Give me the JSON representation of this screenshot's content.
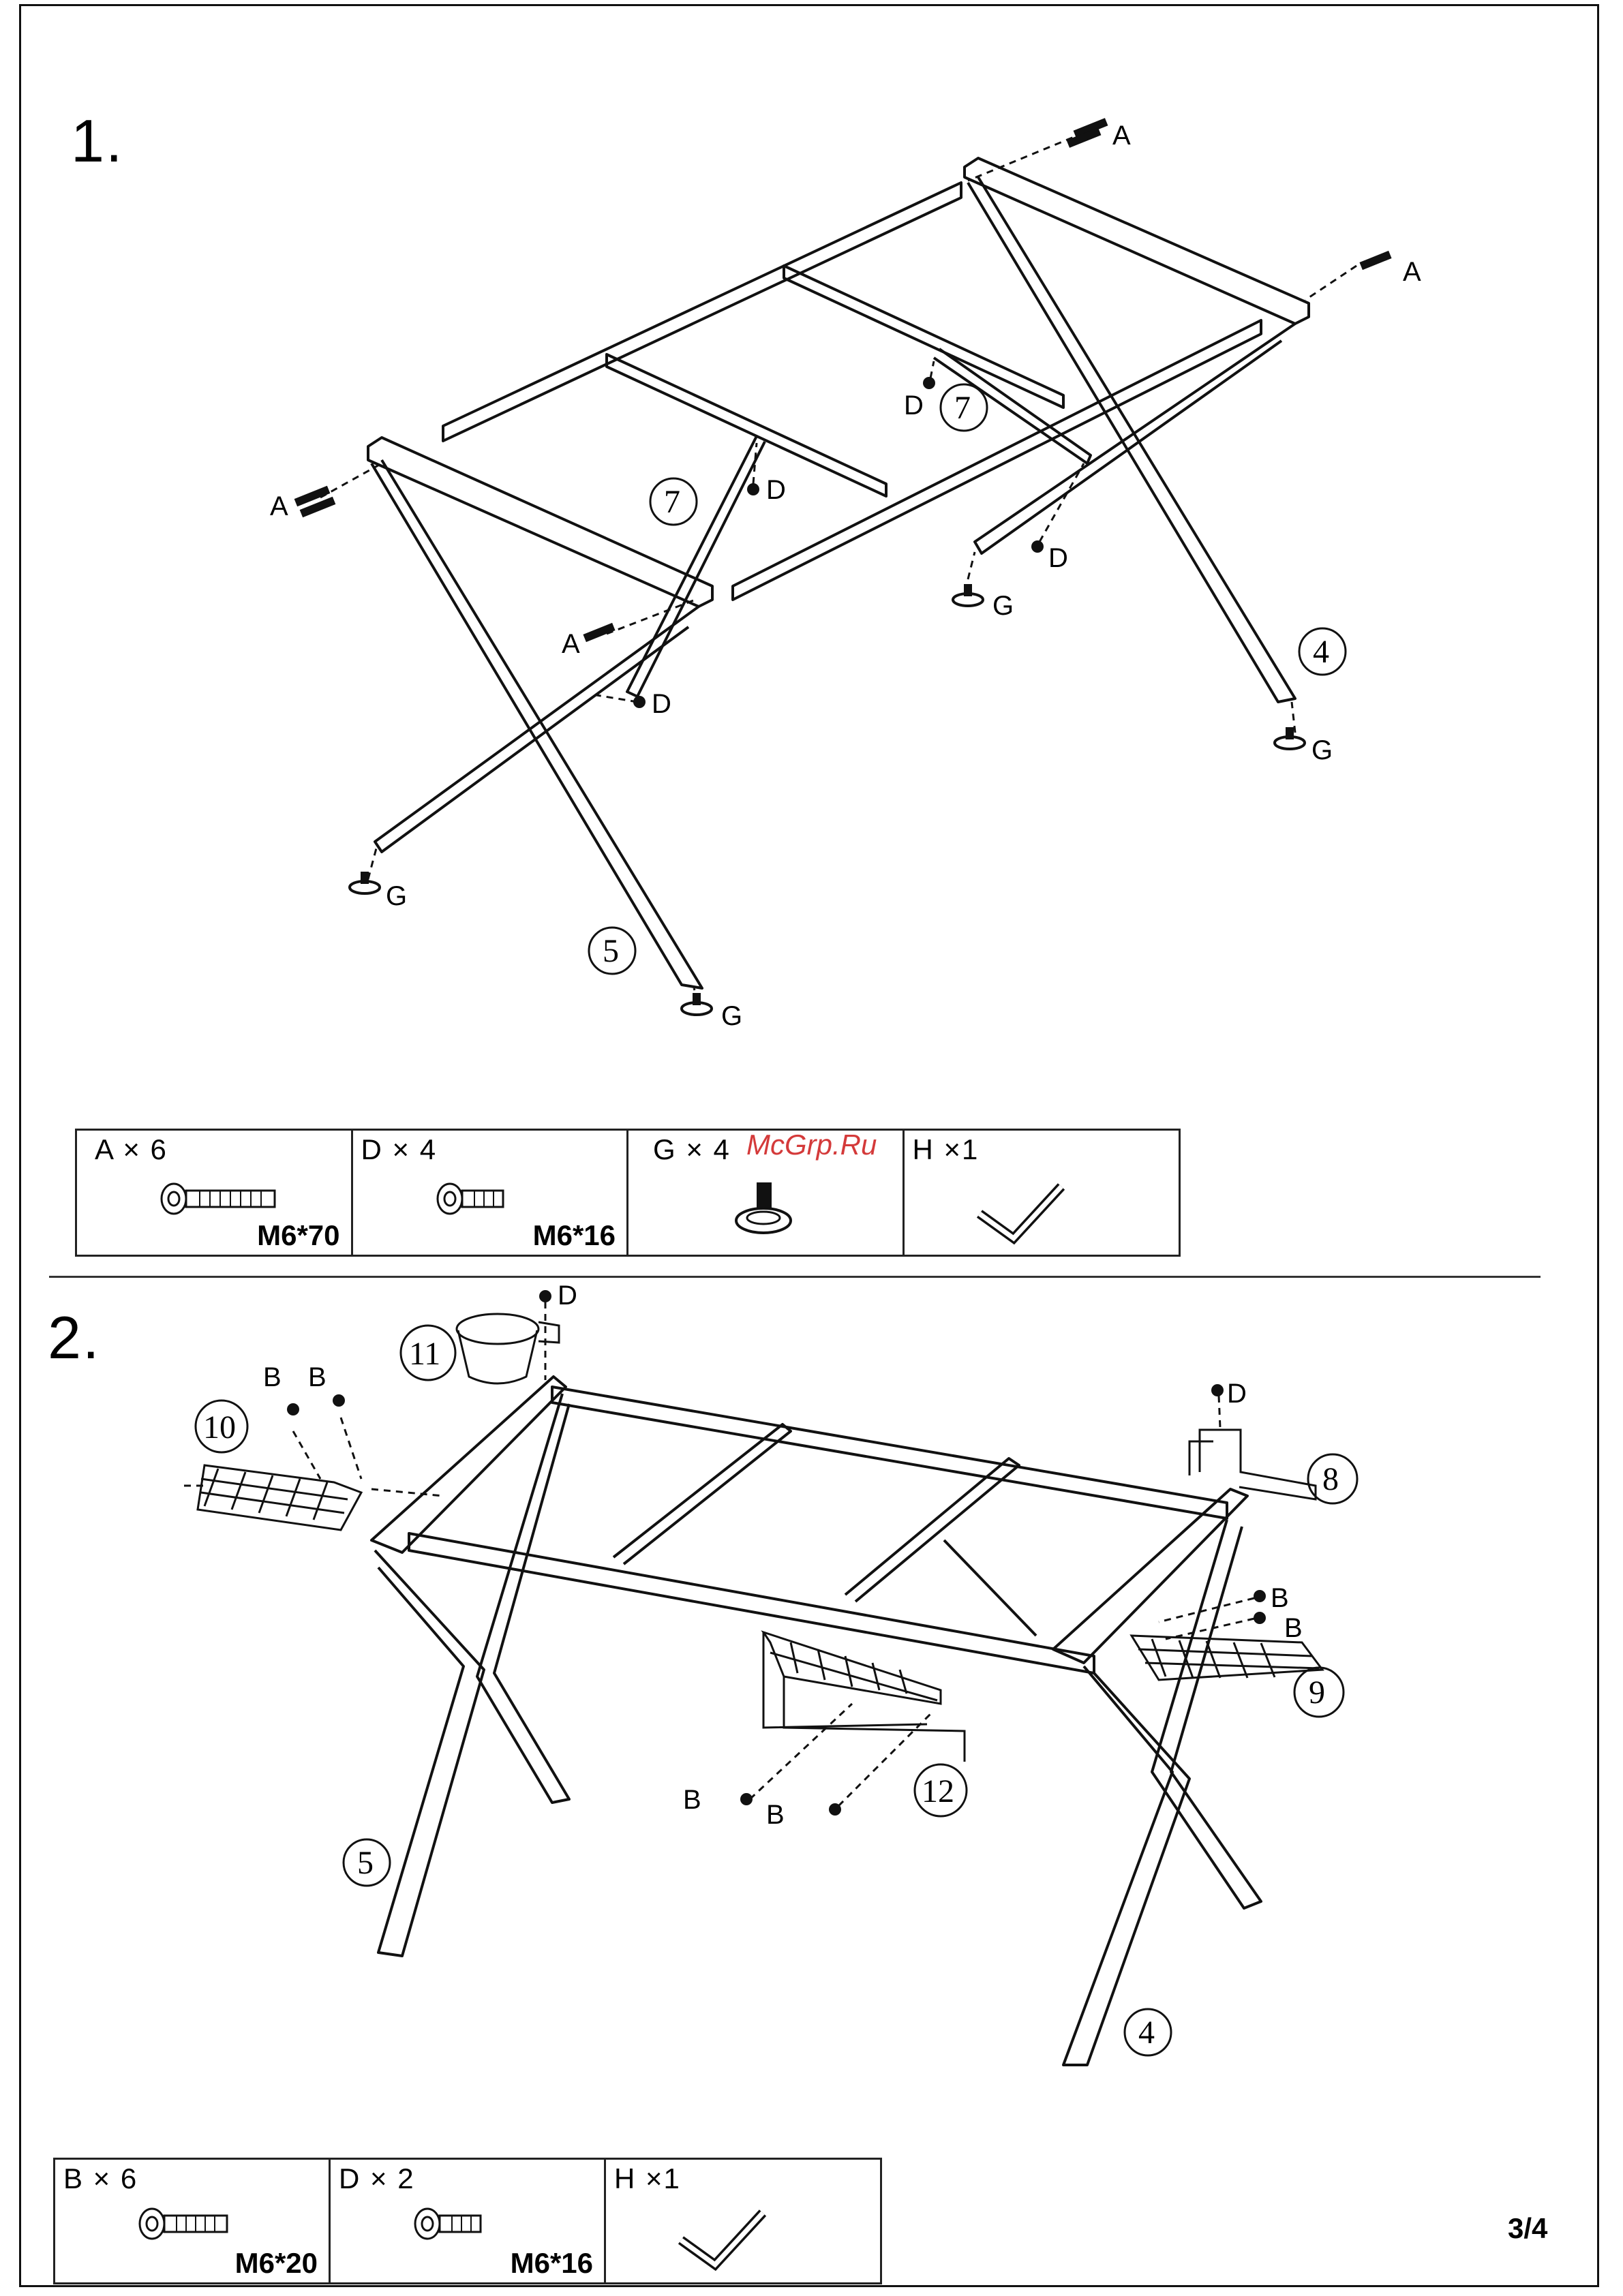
{
  "step1": {
    "number": "1.",
    "labels": {
      "A": "A",
      "D": "D",
      "G": "G"
    },
    "parts": {
      "leg_4": "4",
      "leg_5": "5",
      "brace_7": "7"
    },
    "hardware": [
      {
        "qty": "A × 6",
        "spec": "M6*70",
        "icon": "long-bolt-icon"
      },
      {
        "qty": "D × 4",
        "spec": "M6*16",
        "icon": "short-bolt-icon"
      },
      {
        "qty": "G × 4",
        "spec": "",
        "icon": "leveling-foot-icon"
      },
      {
        "qty": "H ×1",
        "spec": "",
        "icon": "allen-key-icon"
      }
    ]
  },
  "step2": {
    "number": "2.",
    "labels": {
      "B": "B",
      "D": "D"
    },
    "parts": {
      "leg_4": "4",
      "leg_5": "5",
      "basket_8": "8",
      "basket_9": "9",
      "basket_10": "10",
      "cup_holder_11": "11",
      "shelf_12": "12"
    },
    "hardware": [
      {
        "qty": "B × 6",
        "spec": "M6*20",
        "icon": "medium-bolt-icon"
      },
      {
        "qty": "D × 2",
        "spec": "M6*16",
        "icon": "short-bolt-icon"
      },
      {
        "qty": "H ×1",
        "spec": "",
        "icon": "allen-key-icon"
      }
    ]
  },
  "watermark": "McGrp.Ru",
  "page_number": "3/4"
}
